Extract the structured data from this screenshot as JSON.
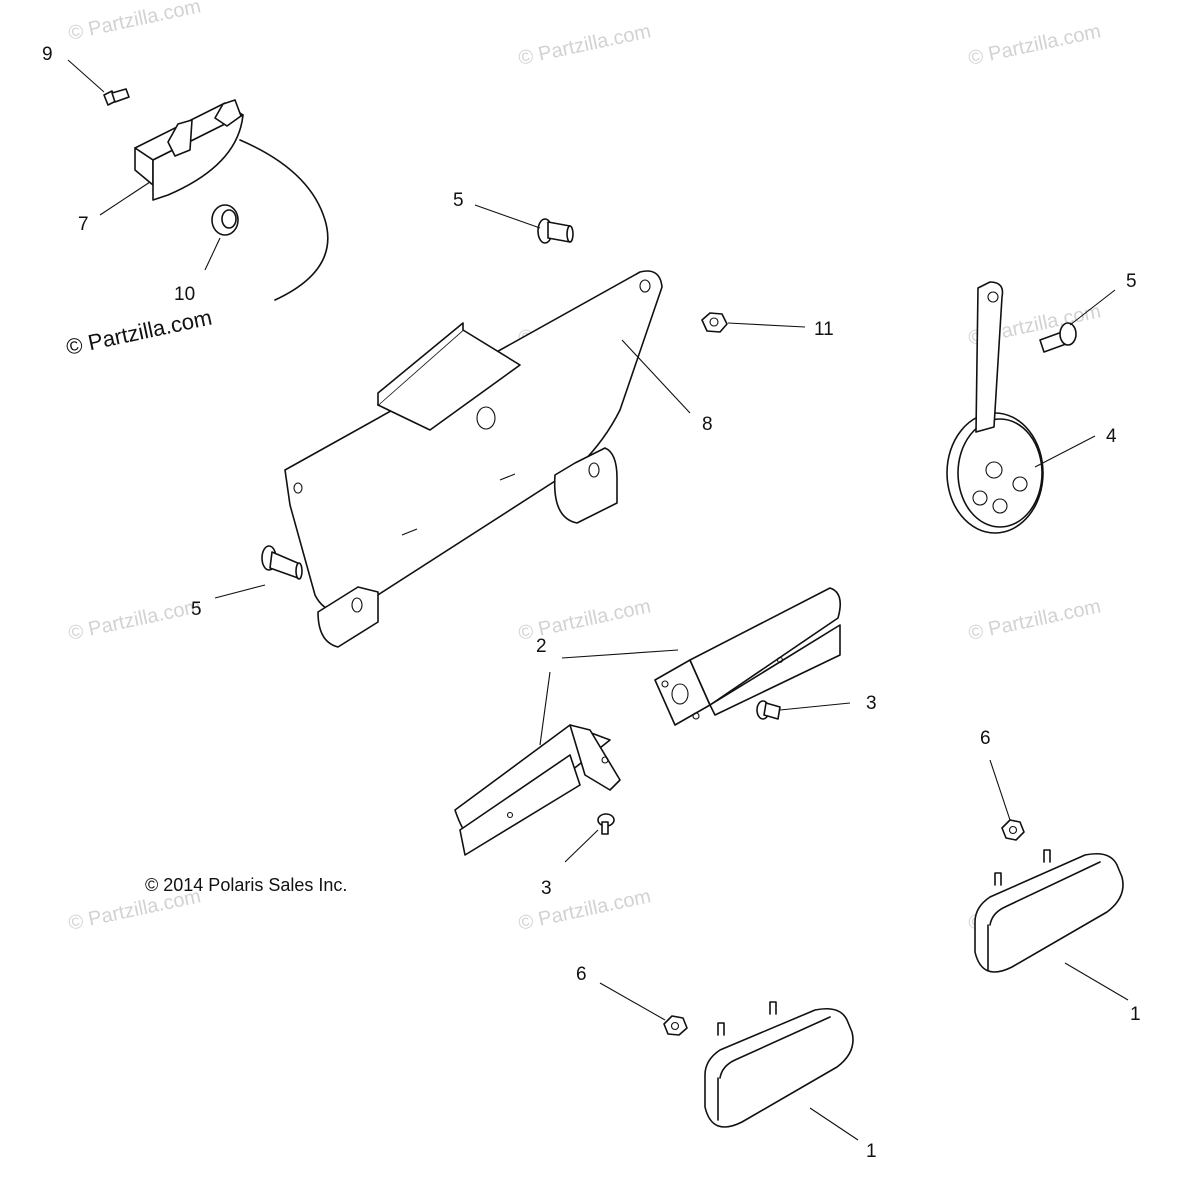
{
  "watermark_text": "© Partzilla.com",
  "copyright": "© 2014  Polaris Sales Inc.",
  "callouts": {
    "c9": "9",
    "c7": "7",
    "c10": "10",
    "c5_top": "5",
    "c11": "11",
    "c8": "8",
    "c5_right": "5",
    "c4": "4",
    "c5_left": "5",
    "c2": "2",
    "c3_right": "3",
    "c3_bottom": "3",
    "c6_right": "6",
    "c6_bottom": "6",
    "c1_right": "1",
    "c1_bottom": "1"
  }
}
